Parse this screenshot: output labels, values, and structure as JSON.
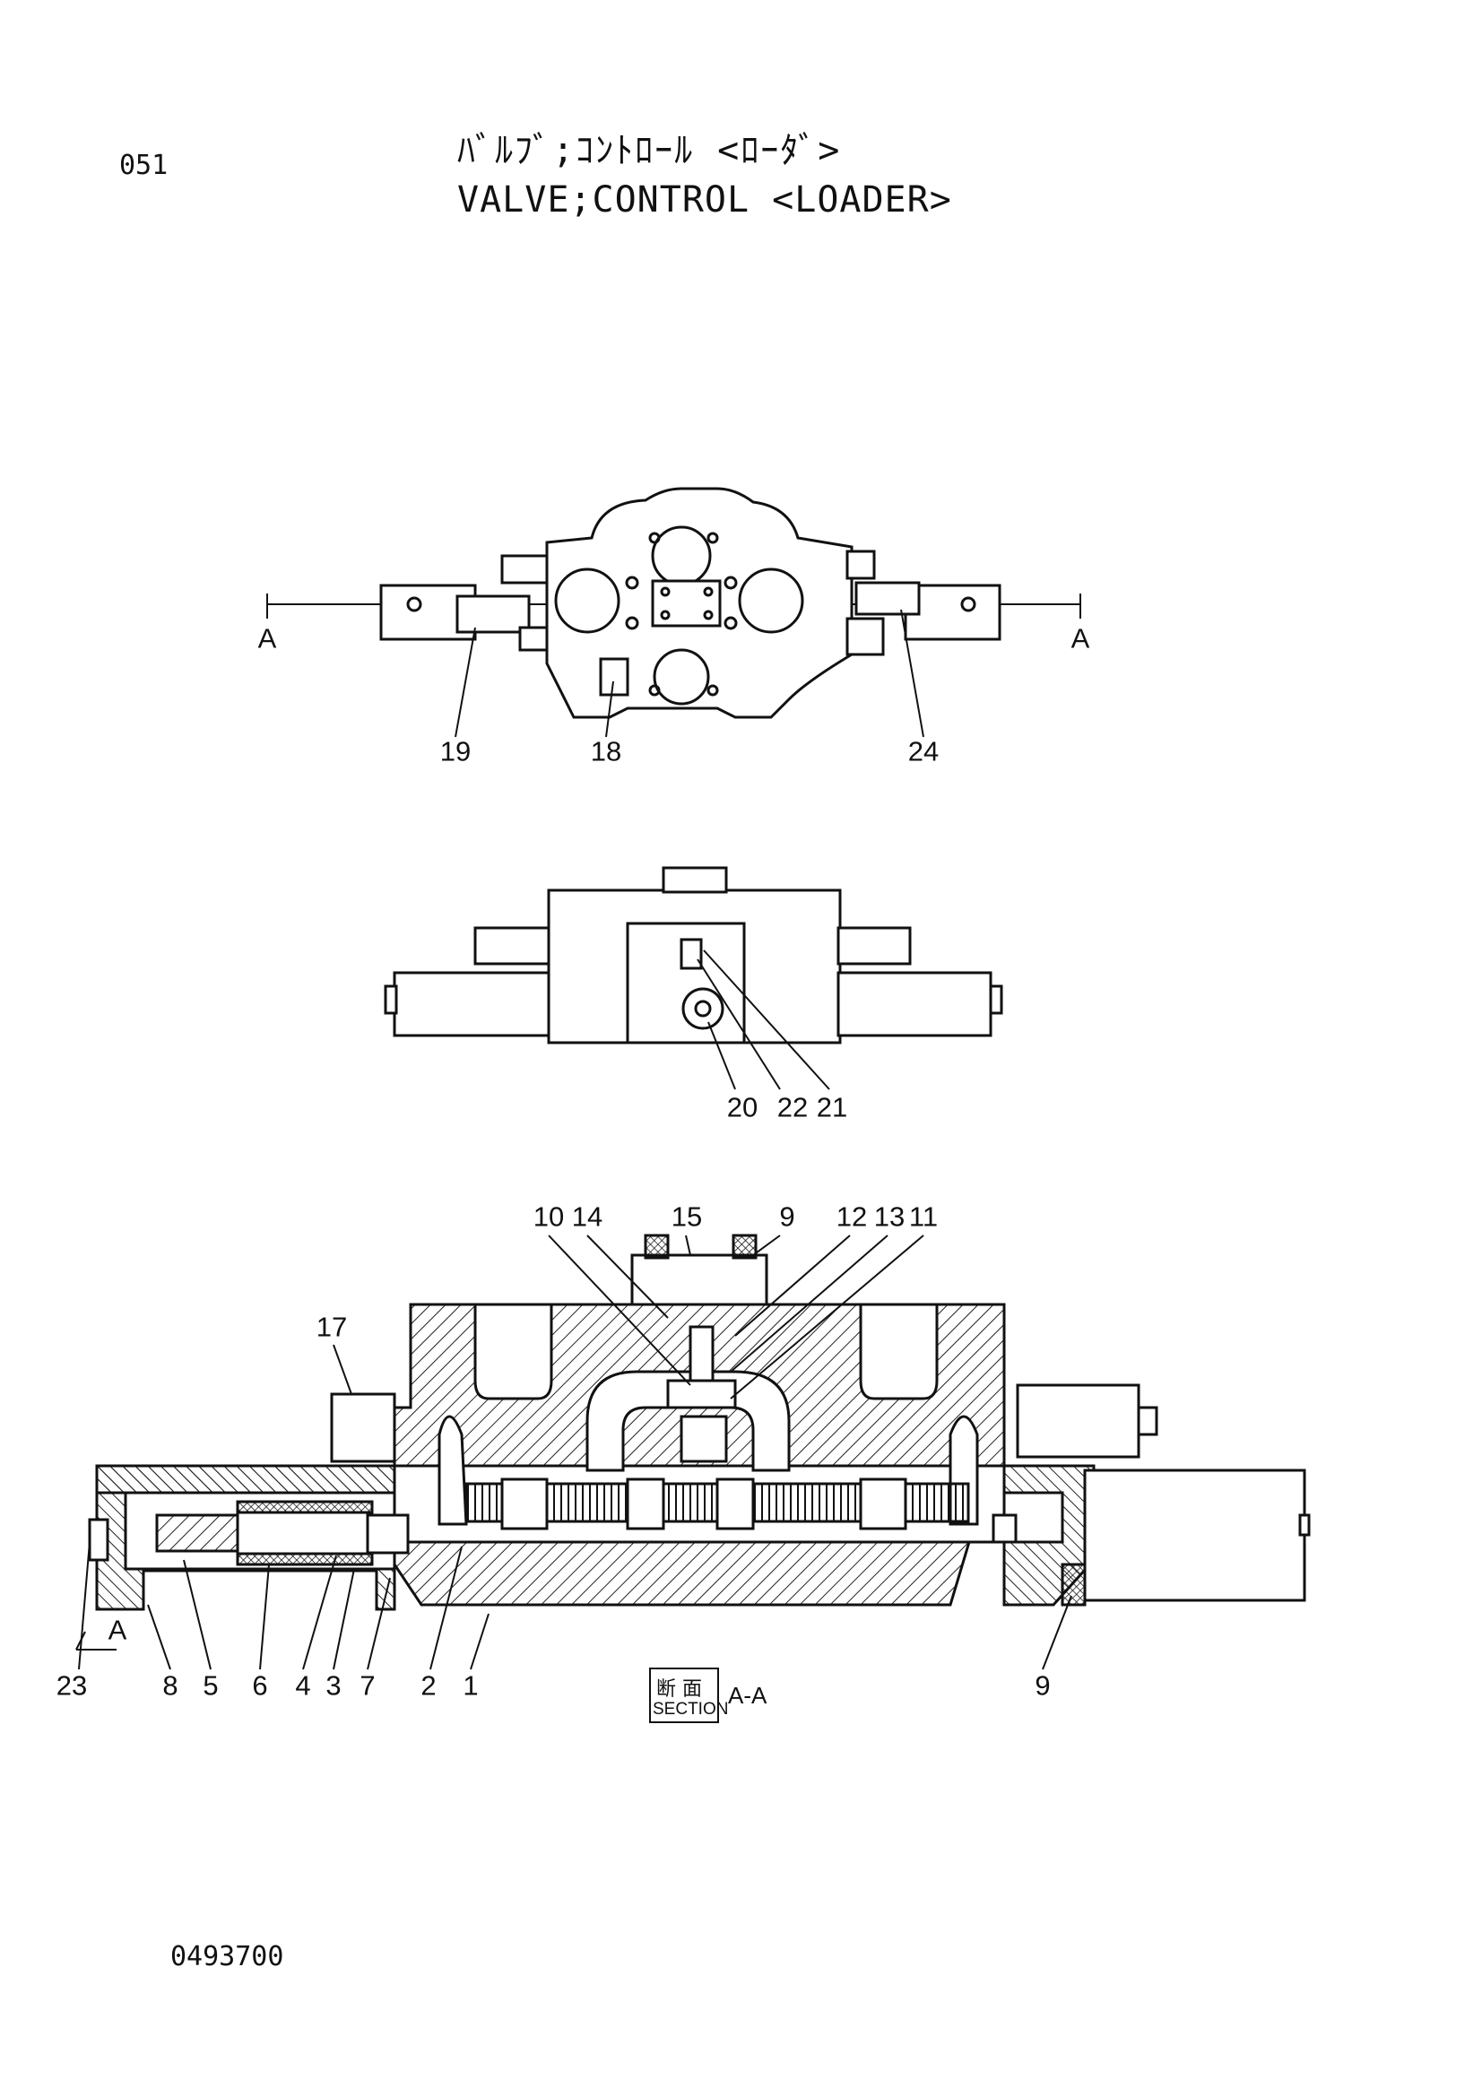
{
  "header": {
    "page_number": "051",
    "title_jp": "ﾊﾞﾙﾌﾞ;ｺﾝﾄﾛｰﾙ <ﾛｰﾀﾞ>",
    "title_en": "VALVE;CONTROL <LOADER>"
  },
  "footer": {
    "doc_number": "0493700"
  },
  "section_mark": {
    "jp": "断 面",
    "en": "SECTION",
    "label": "A-A"
  },
  "views": {
    "top": {
      "section_left": "A",
      "section_right": "A",
      "callouts": [
        "19",
        "18",
        "24"
      ]
    },
    "front": {
      "callouts": [
        "20",
        "22",
        "21"
      ]
    },
    "section": {
      "top_callouts": [
        "10",
        "14",
        "15",
        "9",
        "12",
        "13",
        "11"
      ],
      "left_callout": "17",
      "bottom_callouts": [
        "23",
        "8",
        "5",
        "6",
        "4",
        "3",
        "7",
        "2",
        "1",
        "9"
      ],
      "a_mark": "A"
    }
  }
}
